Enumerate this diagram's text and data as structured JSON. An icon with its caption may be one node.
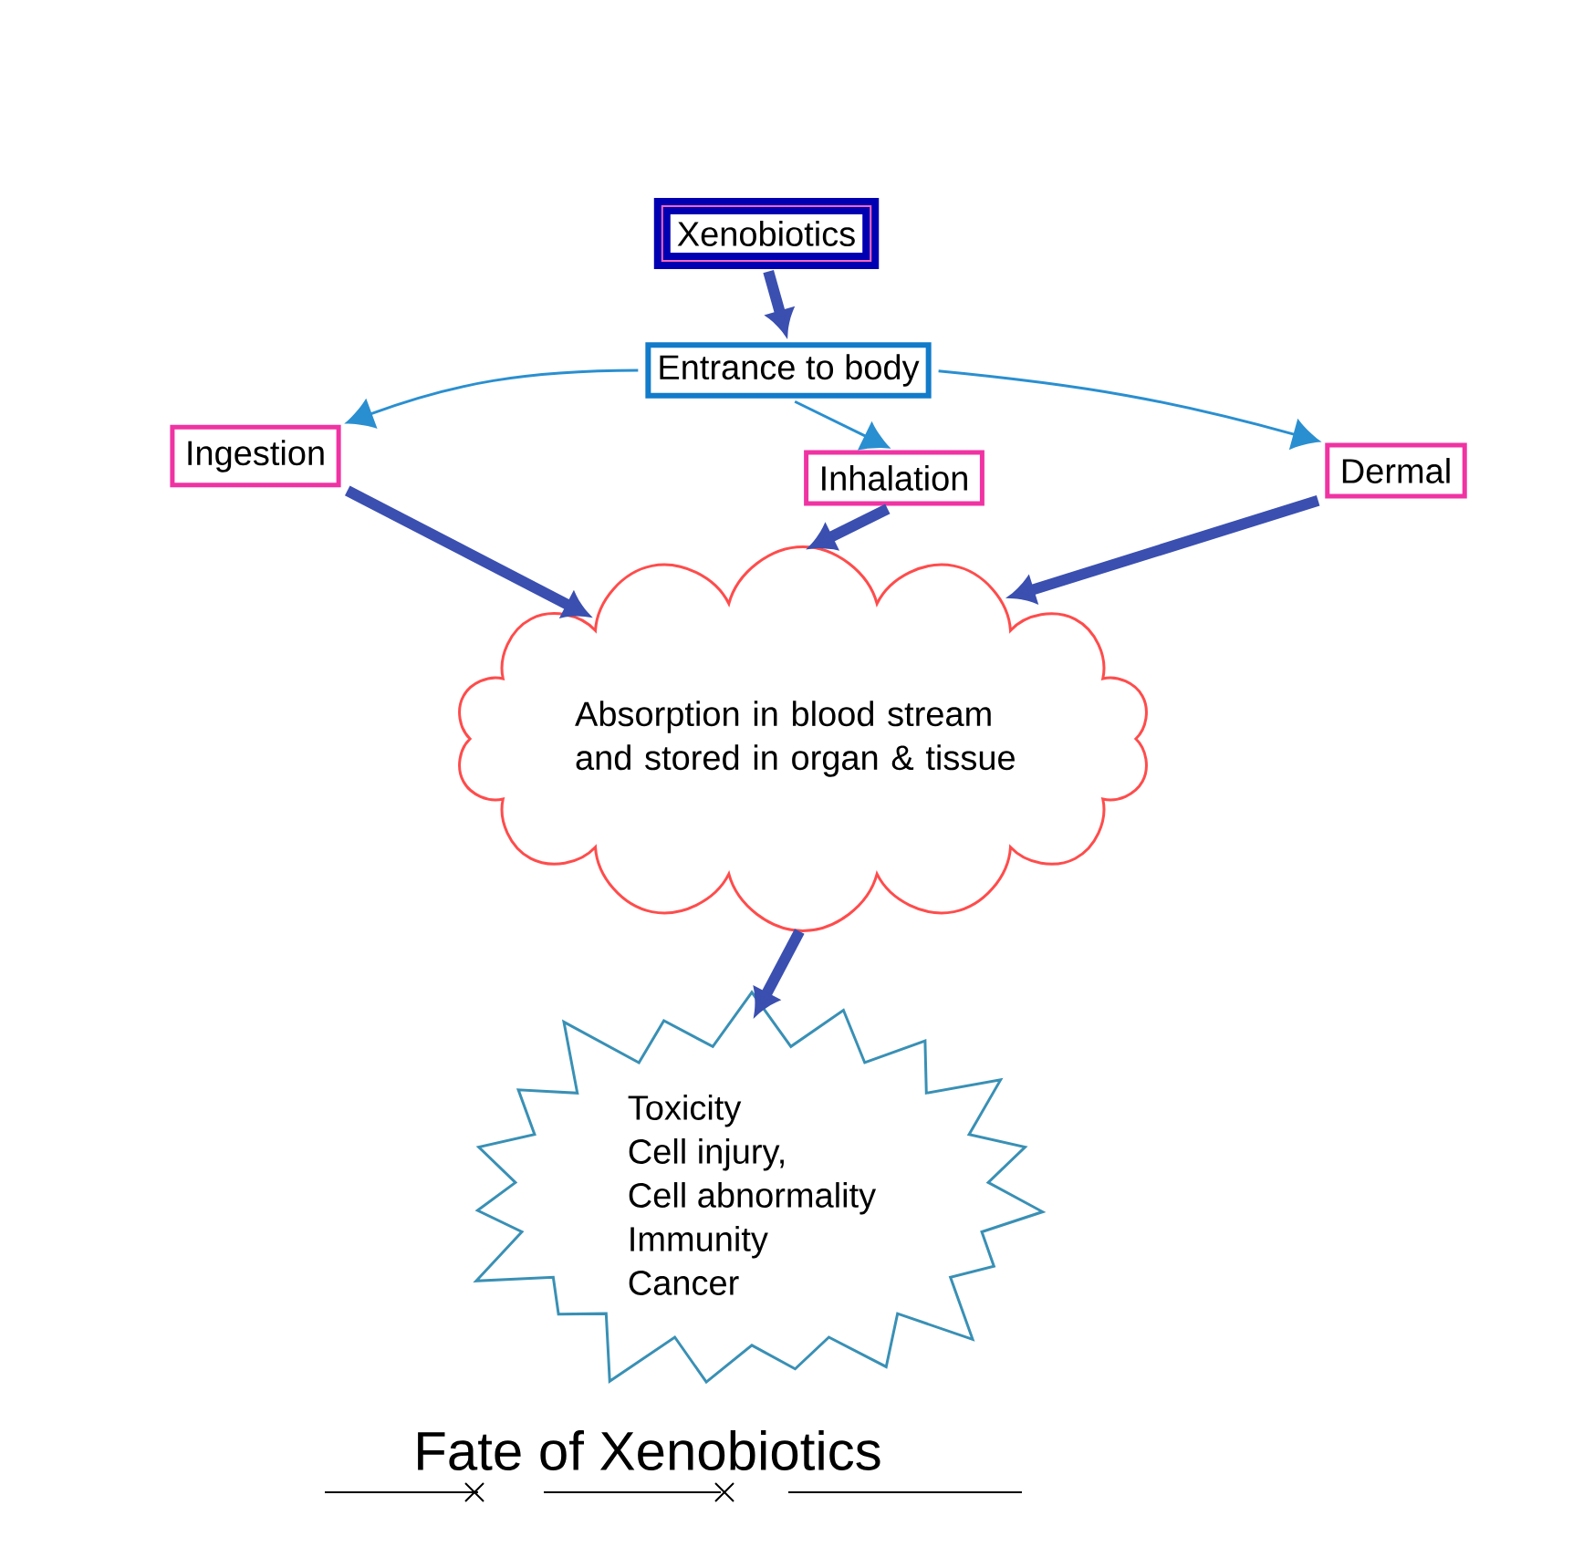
{
  "diagram": {
    "title": "Fate of Xenobiotics",
    "nodes": [
      {
        "text": [
          "Xenobiotics"
        ]
      },
      {
        "text": [
          "Entrance to body"
        ]
      },
      {
        "text": [
          "Ingestion"
        ]
      },
      {
        "text": [
          "Inhalation"
        ]
      },
      {
        "text": [
          "Dermal"
        ]
      },
      {
        "text": [
          "Absorption in blood stream and stored in organ & tissue"
        ]
      },
      {
        "text": [
          "Toxicity",
          "Cell injury,",
          "Cell abnormality",
          "Immunity",
          "Cancer"
        ]
      }
    ],
    "edges": [
      {
        "from": 0,
        "to": 1,
        "arrow": "to"
      },
      {
        "from": 1,
        "to": 2,
        "arrow": "to",
        "color": "#2a8fd0"
      },
      {
        "from": 1,
        "to": 3,
        "arrow": "to",
        "color": "#2a8fd0"
      },
      {
        "from": 1,
        "to": 4,
        "arrow": "to",
        "color": "#2a8fd0"
      },
      {
        "from": 2,
        "to": 5,
        "arrow": "to"
      },
      {
        "from": 3,
        "to": 5,
        "arrow": "to"
      },
      {
        "from": 4,
        "to": 5,
        "arrow": "to"
      },
      {
        "from": 5,
        "to": 6,
        "arrow": "to"
      }
    ]
  }
}
